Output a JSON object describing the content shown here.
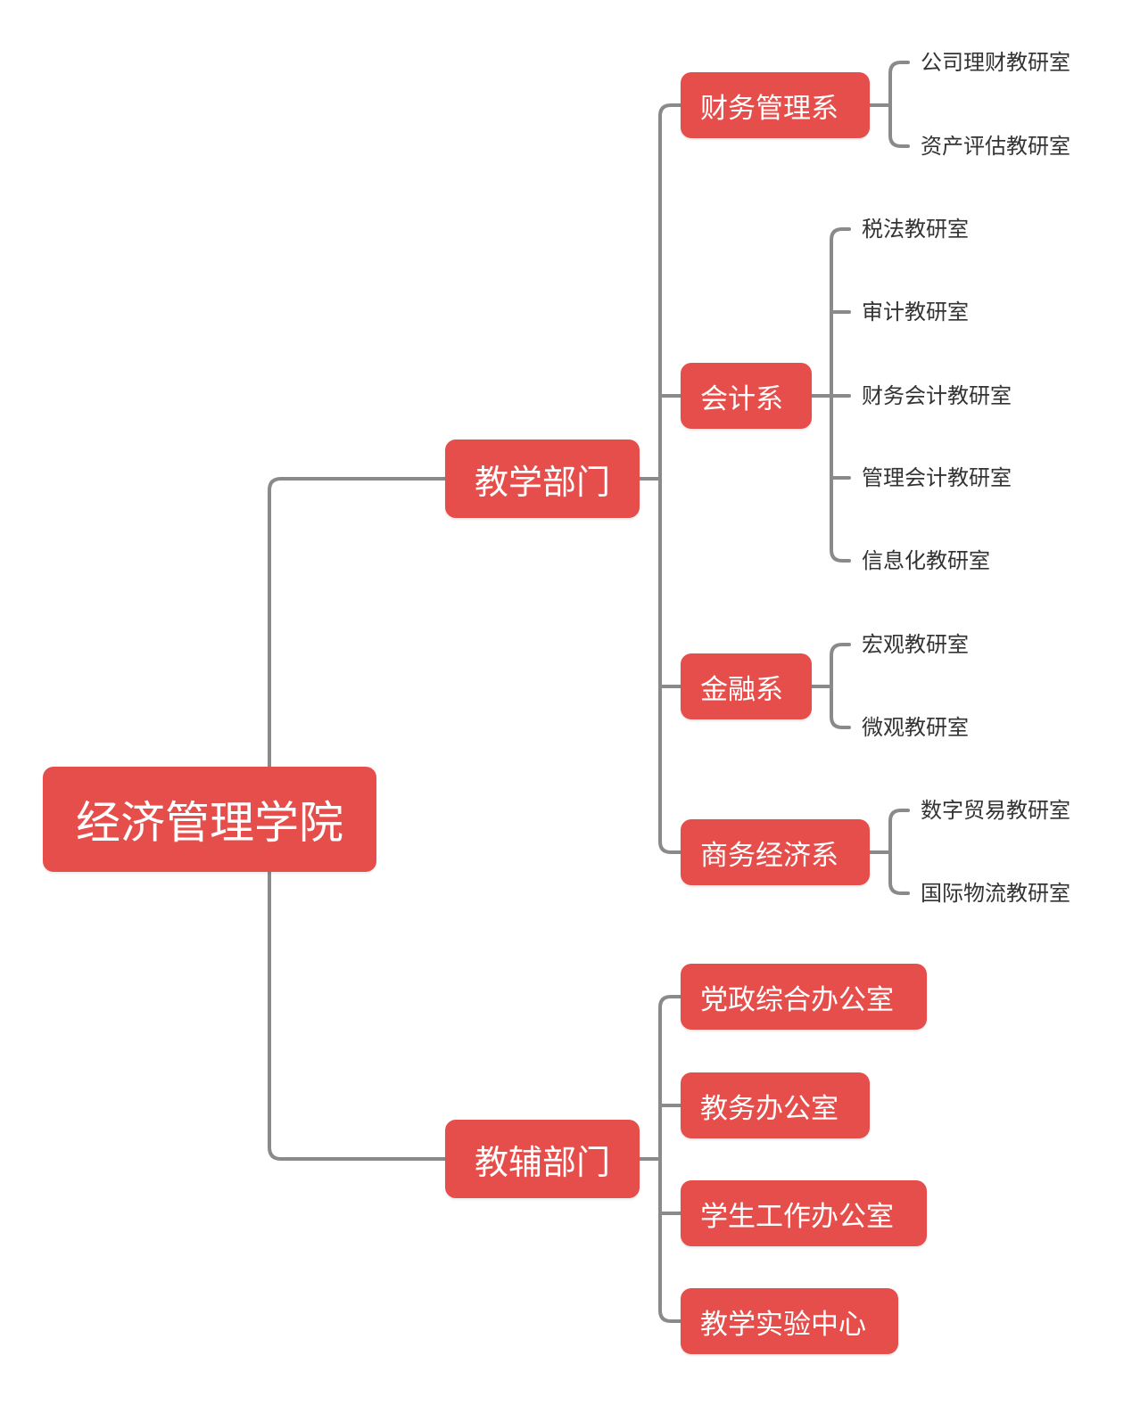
{
  "root": {
    "label": "经济管理学院"
  },
  "branches": [
    {
      "label": "教学部门",
      "children": [
        {
          "label": "财务管理系",
          "children": [
            "公司理财教研室",
            "资产评估教研室"
          ]
        },
        {
          "label": "会计系",
          "children": [
            "税法教研室",
            "审计教研室",
            "财务会计教研室",
            "管理会计教研室",
            "信息化教研室"
          ]
        },
        {
          "label": "金融系",
          "children": [
            "宏观教研室",
            "微观教研室"
          ]
        },
        {
          "label": "商务经济系",
          "children": [
            "数字贸易教研室",
            "国际物流教研室"
          ]
        }
      ]
    },
    {
      "label": "教辅部门",
      "children": [
        {
          "label": "党政综合办公室"
        },
        {
          "label": "教务办公室"
        },
        {
          "label": "学生工作办公室"
        },
        {
          "label": "教学实验中心"
        }
      ]
    }
  ],
  "colors": {
    "node_fill": "#e64e4b",
    "node_text": "#ffffff",
    "connector": "#8a8a8a",
    "leaf_text": "#333333"
  }
}
